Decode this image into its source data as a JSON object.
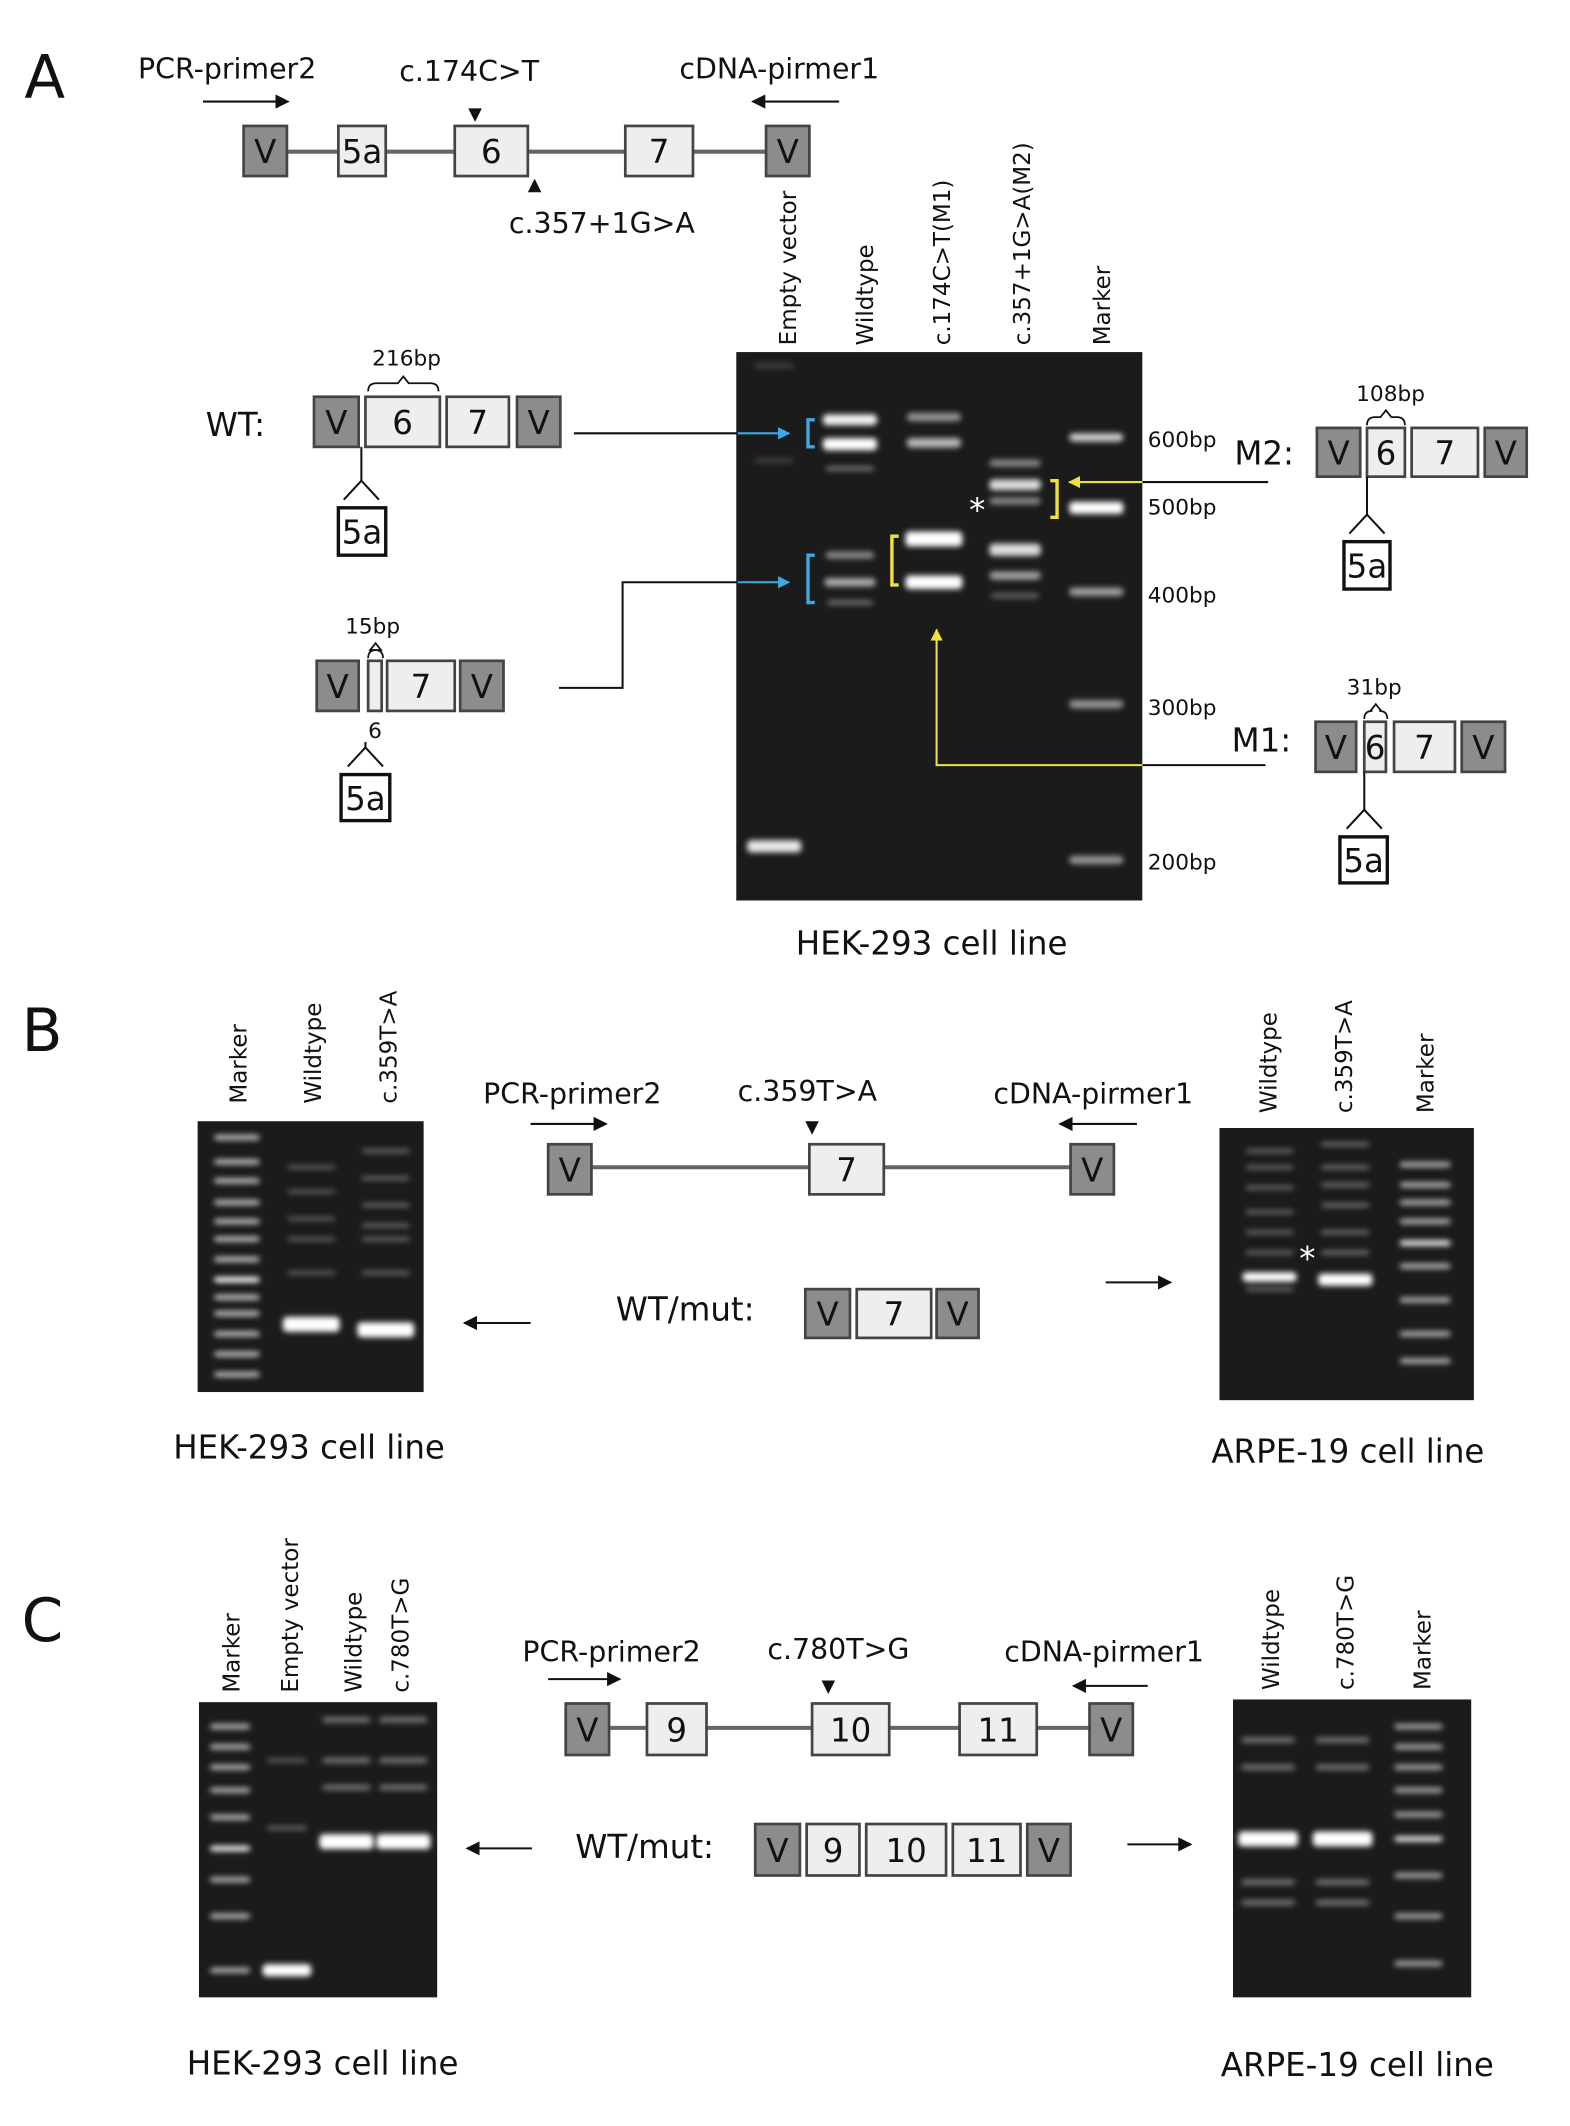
{
  "colors": {
    "gel_bg": "#1b1b1b",
    "band": "#ffffff",
    "vector_box": "#8c8c8c",
    "exon_box": "#eeeeee",
    "blue_marker": "#3fa9e0",
    "yellow_marker": "#f0e040"
  },
  "panel_a": {
    "letter": "A",
    "primer_fwd": "PCR-primer2",
    "primer_rev": "cDNA-pirmer1",
    "mutation_top": "c.174C>T",
    "mutation_bottom": "c.357+1G>A",
    "construct": [
      "V",
      "5a",
      "6",
      "7",
      "V"
    ],
    "lanes": [
      "Empty vector",
      "Wildtype",
      "c.174C>T(M1)",
      "c.357+1G>A(M2)",
      "Marker"
    ],
    "size_markers": [
      "600bp",
      "500bp",
      "400bp",
      "300bp",
      "200bp"
    ],
    "asterisk": "*",
    "cell_line": "HEK-293 cell line",
    "wt": {
      "label": "WT:",
      "size": "216bp",
      "boxes": [
        "V",
        "6",
        "7",
        "V"
      ],
      "skipped": "5a"
    },
    "short": {
      "size": "15bp",
      "boxes": [
        "V",
        "7",
        "V"
      ],
      "exon6_label": "6",
      "skipped": "5a"
    },
    "m2": {
      "label": "M2:",
      "size": "108bp",
      "boxes": [
        "V",
        "6",
        "7",
        "V"
      ],
      "skipped": "5a"
    },
    "m1": {
      "label": "M1:",
      "size": "31bp",
      "boxes": [
        "V",
        "6",
        "7",
        "V"
      ],
      "skipped": "5a"
    }
  },
  "panel_b": {
    "letter": "B",
    "primer_fwd": "PCR-primer2",
    "primer_rev": "cDNA-pirmer1",
    "mutation": "c.359T>A",
    "construct": [
      "V",
      "7",
      "V"
    ],
    "product_label": "WT/mut:",
    "product": [
      "V",
      "7",
      "V"
    ],
    "left_gel": {
      "lanes": [
        "Marker",
        "Wildtype",
        "c.359T>A"
      ],
      "cell_line": "HEK-293 cell line"
    },
    "right_gel": {
      "lanes": [
        "Wildtype",
        "c.359T>A",
        "Marker"
      ],
      "cell_line": "ARPE-19 cell line",
      "asterisk": "*"
    }
  },
  "panel_c": {
    "letter": "C",
    "primer_fwd": "PCR-primer2",
    "primer_rev": "cDNA-pirmer1",
    "mutation": "c.780T>G",
    "construct": [
      "V",
      "9",
      "10",
      "11",
      "V"
    ],
    "product_label": "WT/mut:",
    "product": [
      "V",
      "9",
      "10",
      "11",
      "V"
    ],
    "left_gel": {
      "lanes": [
        "Marker",
        "Empty vector",
        "Wildtype",
        "c.780T>G"
      ],
      "cell_line": "HEK-293 cell line"
    },
    "right_gel": {
      "lanes": [
        "Wildtype",
        "c.780T>G",
        "Marker"
      ],
      "cell_line": "ARPE-19 cell line"
    }
  }
}
